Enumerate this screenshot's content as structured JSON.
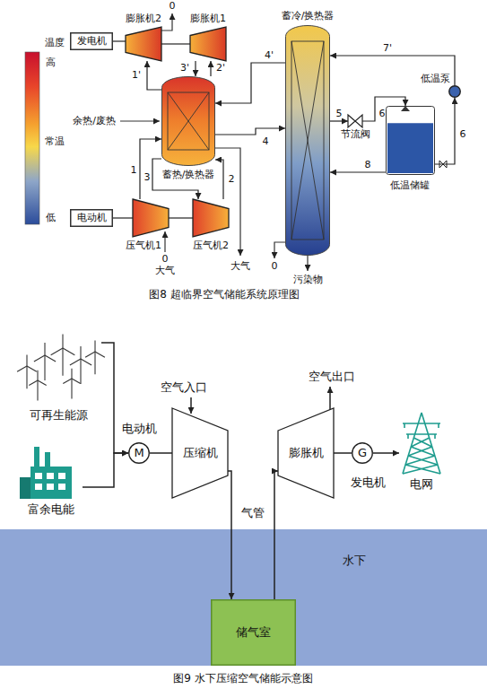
{
  "diagram": {
    "nodes": [
      {
        "text": [
          "发电机"
        ]
      },
      {
        "text": [
          "膨胀机2"
        ]
      },
      {
        "text": [
          "膨胀机1"
        ]
      },
      {
        "text": [
          "蓄热/换热器"
        ]
      },
      {
        "text": [
          "蓄冷/换热器"
        ]
      },
      {
        "text": [
          "电动机"
        ]
      },
      {
        "text": [
          "压气机1"
        ]
      },
      {
        "text": [
          "压气机2"
        ]
      },
      {
        "text": [
          "节流阀"
        ]
      },
      {
        "text": [
          "低温储罐"
        ]
      },
      {
        "text": [
          "低温泵"
        ]
      },
      {
        "text": [
          "可再生能源"
        ]
      },
      {
        "text": [
          "富余电能"
        ]
      },
      {
        "text": [
          "电动机",
          "M"
        ]
      },
      {
        "text": [
          "压缩机"
        ]
      },
      {
        "text": [
          "膨胀机"
        ]
      },
      {
        "text": [
          "G",
          "发电机"
        ]
      },
      {
        "text": [
          "电网"
        ]
      },
      {
        "text": [
          "水下"
        ]
      },
      {
        "text": [
          "储气室"
        ],
        "in": 18
      }
    ],
    "edges": [
      {
        "from": 0,
        "to": 1,
        "arrow": "none"
      },
      {
        "from": 1,
        "to": 2,
        "arrow": "none"
      },
      {
        "from": 5,
        "to": 6,
        "arrow": "none"
      },
      {
        "from": 6,
        "to": 7,
        "arrow": "none"
      },
      {
        "from": 6,
        "to": 3,
        "arrow": "to"
      },
      {
        "from": 3,
        "to": 7,
        "arrow": "to"
      },
      {
        "from": 7,
        "to": 3,
        "arrow": "to"
      },
      {
        "from": 3,
        "to": 4,
        "arrow": "to"
      },
      {
        "from": 4,
        "to": 8,
        "arrow": "to"
      },
      {
        "from": 8,
        "to": 9,
        "arrow": "to"
      },
      {
        "from": 9,
        "to": 10,
        "arrow": "to"
      },
      {
        "from": 10,
        "to": 4,
        "arrow": "to"
      },
      {
        "from": 9,
        "to": 4,
        "arrow": "to"
      },
      {
        "from": 4,
        "to": 3,
        "arrow": "to"
      },
      {
        "from": 3,
        "to": 2,
        "arrow": "to"
      },
      {
        "from": 2,
        "to": 3,
        "arrow": "to"
      },
      {
        "from": 3,
        "to": 1,
        "arrow": "to"
      },
      {
        "from": 11,
        "to": 13,
        "arrow": "to"
      },
      {
        "from": 12,
        "to": 13,
        "arrow": "to"
      },
      {
        "from": 13,
        "to": 14,
        "arrow": "none"
      },
      {
        "from": 14,
        "to": 19,
        "arrow": "to"
      },
      {
        "from": 19,
        "to": 15,
        "arrow": "to"
      },
      {
        "from": 15,
        "to": 16,
        "arrow": "none"
      },
      {
        "from": 16,
        "to": 17,
        "arrow": "to"
      }
    ],
    "labels": [
      "温度",
      "高",
      "常温",
      "低",
      "0",
      "1'",
      "3'",
      "2'",
      "4'",
      "7'",
      "余热/废热",
      "1",
      "3",
      "2",
      "4",
      "5",
      "6",
      "6",
      "8",
      "0",
      "大气",
      "大气",
      "0",
      "污染物",
      "图8 超临界空气储能系统原理图",
      "空气入口",
      "空气出口",
      "气管",
      "图9 水下压缩空气储能示意图"
    ]
  }
}
